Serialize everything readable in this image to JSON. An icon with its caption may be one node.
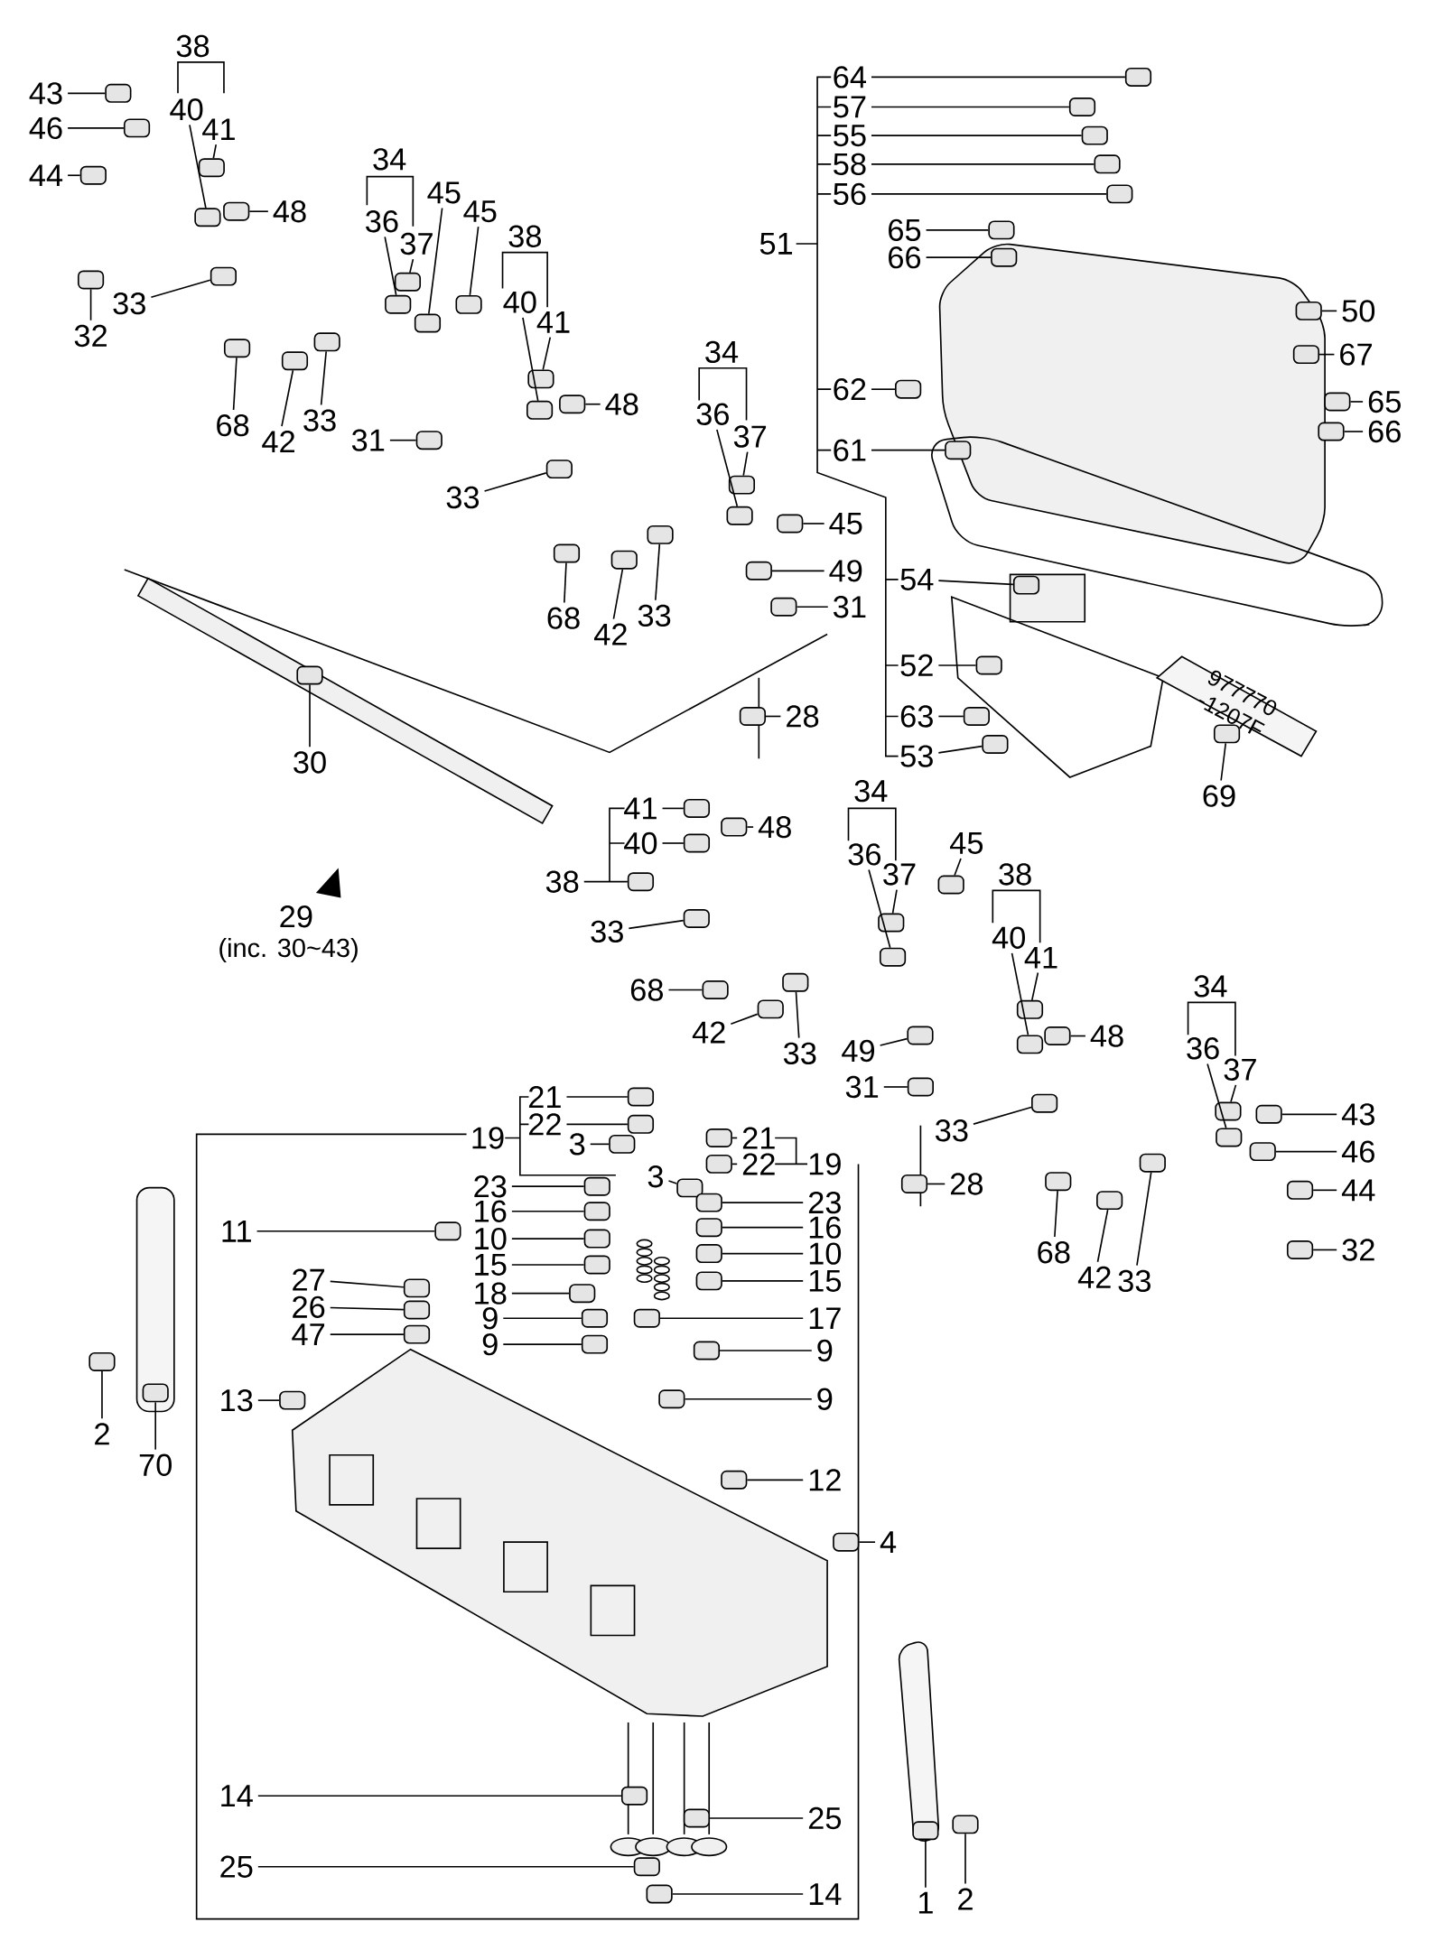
{
  "diagram": {
    "nodes": [
      {
        "text": [
          "43"
        ]
      },
      {
        "text": [
          "46"
        ]
      },
      {
        "text": [
          "44"
        ]
      },
      {
        "text": [
          "38"
        ]
      },
      {
        "text": [
          "40"
        ]
      },
      {
        "text": [
          "41"
        ]
      },
      {
        "text": [
          "48"
        ]
      },
      {
        "text": [
          "33"
        ]
      },
      {
        "text": [
          "32"
        ]
      },
      {
        "text": [
          "68"
        ]
      },
      {
        "text": [
          "42"
        ]
      },
      {
        "text": [
          "33"
        ]
      },
      {
        "text": [
          "34"
        ]
      },
      {
        "text": [
          "36"
        ]
      },
      {
        "text": [
          "37"
        ]
      },
      {
        "text": [
          "45"
        ]
      },
      {
        "text": [
          "45"
        ]
      },
      {
        "text": [
          "38"
        ]
      },
      {
        "text": [
          "40"
        ]
      },
      {
        "text": [
          "41"
        ]
      },
      {
        "text": [
          "48"
        ]
      },
      {
        "text": [
          "31"
        ]
      },
      {
        "text": [
          "33"
        ]
      },
      {
        "text": [
          "34"
        ]
      },
      {
        "text": [
          "36"
        ]
      },
      {
        "text": [
          "37"
        ]
      },
      {
        "text": [
          "45"
        ]
      },
      {
        "text": [
          "49"
        ]
      },
      {
        "text": [
          "31"
        ]
      },
      {
        "text": [
          "68"
        ]
      },
      {
        "text": [
          "42"
        ]
      },
      {
        "text": [
          "33"
        ]
      },
      {
        "text": [
          "28"
        ]
      },
      {
        "text": [
          "30"
        ]
      },
      {
        "text": [
          "29"
        ],
        "beside": [
          "(inc. 30~43)"
        ]
      },
      {
        "text": [
          "64"
        ]
      },
      {
        "text": [
          "57"
        ]
      },
      {
        "text": [
          "55"
        ]
      },
      {
        "text": [
          "58"
        ]
      },
      {
        "text": [
          "56"
        ]
      },
      {
        "text": [
          "51"
        ]
      },
      {
        "text": [
          "65"
        ]
      },
      {
        "text": [
          "66"
        ]
      },
      {
        "text": [
          "50"
        ]
      },
      {
        "text": [
          "62"
        ]
      },
      {
        "text": [
          "67"
        ]
      },
      {
        "text": [
          "65"
        ]
      },
      {
        "text": [
          "66"
        ]
      },
      {
        "text": [
          "61"
        ]
      },
      {
        "text": [
          "54"
        ]
      },
      {
        "text": [
          "52"
        ]
      },
      {
        "text": [
          "63"
        ]
      },
      {
        "text": [
          "53"
        ]
      },
      {
        "text": [
          "69"
        ]
      },
      {
        "text": [
          "34"
        ]
      },
      {
        "text": [
          "41"
        ]
      },
      {
        "text": [
          "48"
        ]
      },
      {
        "text": [
          "40"
        ]
      },
      {
        "text": [
          "45"
        ]
      },
      {
        "text": [
          "36"
        ]
      },
      {
        "text": [
          "38"
        ]
      },
      {
        "text": [
          "37"
        ]
      },
      {
        "text": [
          "38"
        ]
      },
      {
        "text": [
          "33"
        ]
      },
      {
        "text": [
          "40"
        ]
      },
      {
        "text": [
          "41"
        ]
      },
      {
        "text": [
          "34"
        ]
      },
      {
        "text": [
          "68"
        ]
      },
      {
        "text": [
          "42"
        ]
      },
      {
        "text": [
          "48"
        ]
      },
      {
        "text": [
          "36"
        ]
      },
      {
        "text": [
          "49"
        ]
      },
      {
        "text": [
          "33"
        ]
      },
      {
        "text": [
          "37"
        ]
      },
      {
        "text": [
          "31"
        ]
      },
      {
        "text": [
          "43"
        ]
      },
      {
        "text": [
          "33"
        ]
      },
      {
        "text": [
          "46"
        ]
      },
      {
        "text": [
          "28"
        ]
      },
      {
        "text": [
          "44"
        ]
      },
      {
        "text": [
          "32"
        ]
      },
      {
        "text": [
          "68"
        ]
      },
      {
        "text": [
          "42"
        ]
      },
      {
        "text": [
          "33"
        ]
      },
      {
        "text": [
          "21"
        ]
      },
      {
        "text": [
          "22"
        ]
      },
      {
        "text": [
          "19"
        ]
      },
      {
        "text": [
          "21"
        ]
      },
      {
        "text": [
          "3"
        ]
      },
      {
        "text": [
          "22"
        ]
      },
      {
        "text": [
          "19"
        ]
      },
      {
        "text": [
          "3"
        ]
      },
      {
        "text": [
          "23"
        ]
      },
      {
        "text": [
          "23"
        ]
      },
      {
        "text": [
          "16"
        ]
      },
      {
        "text": [
          "16"
        ]
      },
      {
        "text": [
          "11"
        ]
      },
      {
        "text": [
          "10"
        ]
      },
      {
        "text": [
          "10"
        ]
      },
      {
        "text": [
          "15"
        ]
      },
      {
        "text": [
          "15"
        ]
      },
      {
        "text": [
          "27"
        ]
      },
      {
        "text": [
          "18"
        ]
      },
      {
        "text": [
          "26"
        ]
      },
      {
        "text": [
          "9"
        ]
      },
      {
        "text": [
          "17"
        ]
      },
      {
        "text": [
          "47"
        ]
      },
      {
        "text": [
          "9"
        ]
      },
      {
        "text": [
          "9"
        ]
      },
      {
        "text": [
          "9"
        ]
      },
      {
        "text": [
          "13"
        ]
      },
      {
        "text": [
          "2"
        ]
      },
      {
        "text": [
          "70"
        ]
      },
      {
        "text": [
          "12"
        ]
      },
      {
        "text": [
          "4"
        ]
      },
      {
        "text": [
          "14"
        ]
      },
      {
        "text": [
          "25"
        ]
      },
      {
        "text": [
          "25"
        ]
      },
      {
        "text": [
          "1"
        ]
      },
      {
        "text": [
          "14"
        ]
      },
      {
        "text": [
          "2"
        ]
      },
      {
        "text": [],
        "shape": "box"
      },
      {
        "text": [],
        "shape": "box"
      },
      {
        "text": [],
        "shape": "box"
      },
      {
        "text": [],
        "shape": "box"
      },
      {
        "text": [],
        "shape": "box"
      },
      {
        "text": [],
        "shape": "box"
      },
      {
        "text": [],
        "shape": "box"
      },
      {
        "text": [],
        "shape": "box"
      },
      {
        "text": [],
        "shape": "box"
      },
      {
        "text": [],
        "shape": "box"
      },
      {
        "text": [],
        "shape": "box"
      },
      {
        "text": [],
        "shape": "box"
      },
      {
        "text": [],
        "shape": "box"
      },
      {
        "text": [],
        "shape": "box"
      },
      {
        "text": [],
        "shape": "box"
      },
      {
        "text": [],
        "shape": "box"
      },
      {
        "text": [],
        "shape": "box"
      },
      {
        "text": [],
        "shape": "box"
      },
      {
        "text": [],
        "shape": "box"
      },
      {
        "text": [],
        "shape": "box"
      },
      {
        "text": [],
        "shape": "box"
      },
      {
        "text": [],
        "shape": "box"
      },
      {
        "text": [],
        "shape": "box"
      },
      {
        "text": [],
        "shape": "box"
      },
      {
        "text": [],
        "shape": "box"
      },
      {
        "text": [],
        "shape": "box"
      },
      {
        "text": [],
        "shape": "box"
      },
      {
        "text": [],
        "shape": "box"
      },
      {
        "text": [],
        "shape": "box"
      },
      {
        "text": [],
        "shape": "box"
      },
      {
        "text": [],
        "shape": "box"
      },
      {
        "text": [],
        "shape": "box"
      },
      {
        "text": [],
        "shape": "box"
      },
      {
        "text": [],
        "shape": "box"
      },
      {
        "text": [],
        "shape": "box"
      },
      {
        "text": [],
        "shape": "box"
      },
      {
        "text": [],
        "shape": "box"
      },
      {
        "text": [],
        "shape": "box"
      },
      {
        "text": [],
        "shape": "box"
      },
      {
        "text": [],
        "shape": "box"
      },
      {
        "text": [],
        "shape": "box"
      },
      {
        "text": [],
        "shape": "box"
      },
      {
        "text": [],
        "shape": "box"
      },
      {
        "text": [],
        "shape": "box"
      },
      {
        "text": [],
        "shape": "box"
      },
      {
        "text": [],
        "shape": "box"
      },
      {
        "text": [],
        "shape": "box"
      },
      {
        "text": [],
        "shape": "box"
      },
      {
        "text": [],
        "shape": "box"
      },
      {
        "text": [],
        "shape": "box"
      },
      {
        "text": [],
        "shape": "box"
      },
      {
        "text": [],
        "shape": "box"
      },
      {
        "text": [],
        "shape": "box"
      },
      {
        "text": [],
        "shape": "box"
      },
      {
        "text": [],
        "shape": "box"
      },
      {
        "text": [],
        "shape": "box"
      },
      {
        "text": [],
        "shape": "box"
      },
      {
        "text": [],
        "shape": "box"
      },
      {
        "text": [],
        "shape": "box"
      },
      {
        "text": [],
        "shape": "box"
      },
      {
        "text": [],
        "shape": "box"
      },
      {
        "text": [],
        "shape": "box"
      },
      {
        "text": [],
        "shape": "box"
      },
      {
        "text": [],
        "shape": "box"
      },
      {
        "text": [],
        "shape": "box"
      },
      {
        "text": [],
        "shape": "box"
      },
      {
        "text": [],
        "shape": "box"
      },
      {
        "text": [],
        "shape": "box"
      },
      {
        "text": [],
        "shape": "box"
      },
      {
        "text": [],
        "shape": "box"
      },
      {
        "text": [],
        "shape": "box"
      },
      {
        "text": [],
        "shape": "box"
      },
      {
        "text": [],
        "shape": "box"
      },
      {
        "text": [],
        "shape": "box"
      },
      {
        "text": [],
        "shape": "box"
      },
      {
        "text": [],
        "shape": "box"
      },
      {
        "text": [],
        "shape": "box"
      },
      {
        "text": [],
        "shape": "box"
      },
      {
        "text": [],
        "shape": "box"
      },
      {
        "text": [],
        "shape": "box"
      },
      {
        "text": [],
        "shape": "box"
      },
      {
        "text": [],
        "shape": "box"
      },
      {
        "text": [],
        "shape": "box"
      },
      {
        "text": [],
        "shape": "box"
      },
      {
        "text": [],
        "shape": "box"
      },
      {
        "text": [],
        "shape": "box"
      },
      {
        "text": [],
        "shape": "box"
      },
      {
        "text": [],
        "shape": "box"
      },
      {
        "text": [],
        "shape": "box"
      },
      {
        "text": [],
        "shape": "box"
      },
      {
        "text": [],
        "shape": "box"
      },
      {
        "text": [],
        "shape": "box"
      },
      {
        "text": [],
        "shape": "box"
      },
      {
        "text": [],
        "shape": "box"
      },
      {
        "text": [],
        "shape": "box"
      },
      {
        "text": [],
        "shape": "box"
      },
      {
        "text": [],
        "shape": "box"
      },
      {
        "text": [],
        "shape": "box"
      },
      {
        "text": [],
        "shape": "box"
      },
      {
        "text": [],
        "shape": "box"
      },
      {
        "text": [],
        "shape": "box"
      },
      {
        "text": [],
        "shape": "box"
      },
      {
        "text": [],
        "shape": "box"
      },
      {
        "text": [],
        "shape": "box"
      },
      {
        "text": [],
        "shape": "box"
      },
      {
        "text": [],
        "shape": "box"
      },
      {
        "text": [],
        "shape": "box"
      },
      {
        "text": [],
        "shape": "box"
      },
      {
        "text": [],
        "shape": "box"
      },
      {
        "text": [],
        "shape": "box"
      }
    ],
    "edges": [
      {
        "from": 0,
        "to": 121,
        "arrow": "none"
      },
      {
        "from": 1,
        "to": 122,
        "arrow": "none"
      },
      {
        "from": 2,
        "to": 123,
        "arrow": "none"
      },
      {
        "from": 4,
        "to": 124,
        "arrow": "none"
      },
      {
        "from": 5,
        "to": 125,
        "arrow": "none"
      },
      {
        "from": 6,
        "to": 126,
        "arrow": "none"
      },
      {
        "from": 7,
        "to": 127,
        "arrow": "none"
      },
      {
        "from": 8,
        "to": 128,
        "arrow": "none"
      },
      {
        "from": 9,
        "to": 129,
        "arrow": "none"
      },
      {
        "from": 10,
        "to": 130,
        "arrow": "none"
      },
      {
        "from": 11,
        "to": 131,
        "arrow": "none"
      },
      {
        "from": 13,
        "to": 132,
        "arrow": "none"
      },
      {
        "from": 14,
        "to": 133,
        "arrow": "none"
      },
      {
        "from": 15,
        "to": 134,
        "arrow": "none"
      },
      {
        "from": 16,
        "to": 135,
        "arrow": "none"
      },
      {
        "from": 18,
        "to": 136,
        "arrow": "none"
      },
      {
        "from": 19,
        "to": 137,
        "arrow": "none"
      },
      {
        "from": 20,
        "to": 138,
        "arrow": "none"
      },
      {
        "from": 21,
        "to": 139,
        "arrow": "none"
      },
      {
        "from": 22,
        "to": 140,
        "arrow": "none"
      },
      {
        "from": 24,
        "to": 141,
        "arrow": "none"
      },
      {
        "from": 25,
        "to": 142,
        "arrow": "none"
      },
      {
        "from": 26,
        "to": 143,
        "arrow": "none"
      },
      {
        "from": 27,
        "to": 144,
        "arrow": "none"
      },
      {
        "from": 28,
        "to": 145,
        "arrow": "none"
      },
      {
        "from": 29,
        "to": 146,
        "arrow": "none"
      },
      {
        "from": 30,
        "to": 147,
        "arrow": "none"
      },
      {
        "from": 31,
        "to": 148,
        "arrow": "none"
      },
      {
        "from": 32,
        "to": 149,
        "arrow": "none"
      },
      {
        "from": 33,
        "to": 150,
        "arrow": "none"
      },
      {
        "from": 35,
        "to": 151,
        "arrow": "none"
      },
      {
        "from": 36,
        "to": 152,
        "arrow": "none"
      },
      {
        "from": 37,
        "to": 153,
        "arrow": "none"
      },
      {
        "from": 38,
        "to": 154,
        "arrow": "none"
      },
      {
        "from": 39,
        "to": 155,
        "arrow": "none"
      },
      {
        "from": 41,
        "to": 156,
        "arrow": "none"
      },
      {
        "from": 42,
        "to": 157,
        "arrow": "none"
      },
      {
        "from": 43,
        "to": 158,
        "arrow": "none"
      },
      {
        "from": 44,
        "to": 159,
        "arrow": "none"
      },
      {
        "from": 45,
        "to": 160,
        "arrow": "none"
      },
      {
        "from": 46,
        "to": 161,
        "arrow": "none"
      },
      {
        "from": 47,
        "to": 162,
        "arrow": "none"
      },
      {
        "from": 48,
        "to": 163,
        "arrow": "none"
      },
      {
        "from": 49,
        "to": 164,
        "arrow": "none"
      },
      {
        "from": 50,
        "to": 165,
        "arrow": "none"
      },
      {
        "from": 51,
        "to": 166,
        "arrow": "none"
      },
      {
        "from": 52,
        "to": 167,
        "arrow": "none"
      },
      {
        "from": 53,
        "to": 168,
        "arrow": "none"
      },
      {
        "from": 55,
        "to": 169,
        "arrow": "none"
      },
      {
        "from": 56,
        "to": 170,
        "arrow": "none"
      },
      {
        "from": 57,
        "to": 171,
        "arrow": "none"
      },
      {
        "from": 58,
        "to": 172,
        "arrow": "none"
      },
      {
        "from": 59,
        "to": 173,
        "arrow": "none"
      },
      {
        "from": 61,
        "to": 174,
        "arrow": "none"
      },
      {
        "from": 62,
        "to": 175,
        "arrow": "none"
      },
      {
        "from": 63,
        "to": 176,
        "arrow": "none"
      },
      {
        "from": 64,
        "to": 177,
        "arrow": "none"
      },
      {
        "from": 65,
        "to": 178,
        "arrow": "none"
      },
      {
        "from": 67,
        "to": 179,
        "arrow": "none"
      },
      {
        "from": 68,
        "to": 180,
        "arrow": "none"
      },
      {
        "from": 69,
        "to": 181,
        "arrow": "none"
      },
      {
        "from": 70,
        "to": 182,
        "arrow": "none"
      },
      {
        "from": 71,
        "to": 183,
        "arrow": "none"
      },
      {
        "from": 72,
        "to": 184,
        "arrow": "none"
      },
      {
        "from": 73,
        "to": 185,
        "arrow": "none"
      },
      {
        "from": 74,
        "to": 186,
        "arrow": "none"
      },
      {
        "from": 75,
        "to": 187,
        "arrow": "none"
      },
      {
        "from": 76,
        "to": 188,
        "arrow": "none"
      },
      {
        "from": 77,
        "to": 189,
        "arrow": "none"
      },
      {
        "from": 78,
        "to": 190,
        "arrow": "none"
      },
      {
        "from": 79,
        "to": 191,
        "arrow": "none"
      },
      {
        "from": 80,
        "to": 192,
        "arrow": "none"
      },
      {
        "from": 81,
        "to": 193,
        "arrow": "none"
      },
      {
        "from": 82,
        "to": 194,
        "arrow": "none"
      },
      {
        "from": 83,
        "to": 195,
        "arrow": "none"
      },
      {
        "from": 84,
        "to": 196,
        "arrow": "none"
      },
      {
        "from": 85,
        "to": 197,
        "arrow": "none"
      },
      {
        "from": 87,
        "to": 198,
        "arrow": "none"
      },
      {
        "from": 88,
        "to": 199,
        "arrow": "none"
      },
      {
        "from": 89,
        "to": 200,
        "arrow": "none"
      },
      {
        "from": 91,
        "to": 201,
        "arrow": "none"
      },
      {
        "from": 92,
        "to": 202,
        "arrow": "none"
      },
      {
        "from": 93,
        "to": 203,
        "arrow": "none"
      },
      {
        "from": 94,
        "to": 204,
        "arrow": "none"
      },
      {
        "from": 95,
        "to": 205,
        "arrow": "none"
      },
      {
        "from": 96,
        "to": 206,
        "arrow": "none"
      },
      {
        "from": 97,
        "to": 207,
        "arrow": "none"
      },
      {
        "from": 98,
        "to": 208,
        "arrow": "none"
      },
      {
        "from": 99,
        "to": 209,
        "arrow": "none"
      },
      {
        "from": 100,
        "to": 210,
        "arrow": "none"
      },
      {
        "from": 101,
        "to": 211,
        "arrow": "none"
      },
      {
        "from": 102,
        "to": 212,
        "arrow": "none"
      },
      {
        "from": 103,
        "to": 213,
        "arrow": "none"
      },
      {
        "from": 104,
        "to": 214,
        "arrow": "none"
      },
      {
        "from": 105,
        "to": 215,
        "arrow": "none"
      },
      {
        "from": 106,
        "to": 216,
        "arrow": "none"
      },
      {
        "from": 107,
        "to": 217,
        "arrow": "none"
      },
      {
        "from": 108,
        "to": 218,
        "arrow": "none"
      },
      {
        "from": 109,
        "to": 219,
        "arrow": "none"
      },
      {
        "from": 110,
        "to": 220,
        "arrow": "none"
      },
      {
        "from": 111,
        "to": 221,
        "arrow": "none"
      },
      {
        "from": 112,
        "to": 222,
        "arrow": "none"
      },
      {
        "from": 113,
        "to": 223,
        "arrow": "none"
      },
      {
        "from": 114,
        "to": 224,
        "arrow": "none"
      },
      {
        "from": 115,
        "to": 225,
        "arrow": "none"
      },
      {
        "from": 116,
        "to": 226,
        "arrow": "none"
      },
      {
        "from": 117,
        "to": 227,
        "arrow": "none"
      },
      {
        "from": 118,
        "to": 228,
        "arrow": "none"
      },
      {
        "from": 119,
        "to": 229,
        "arrow": "none"
      },
      {
        "from": 120,
        "to": 230,
        "arrow": "none"
      }
    ],
    "labels": [
      "977770 -1207F"
    ]
  }
}
